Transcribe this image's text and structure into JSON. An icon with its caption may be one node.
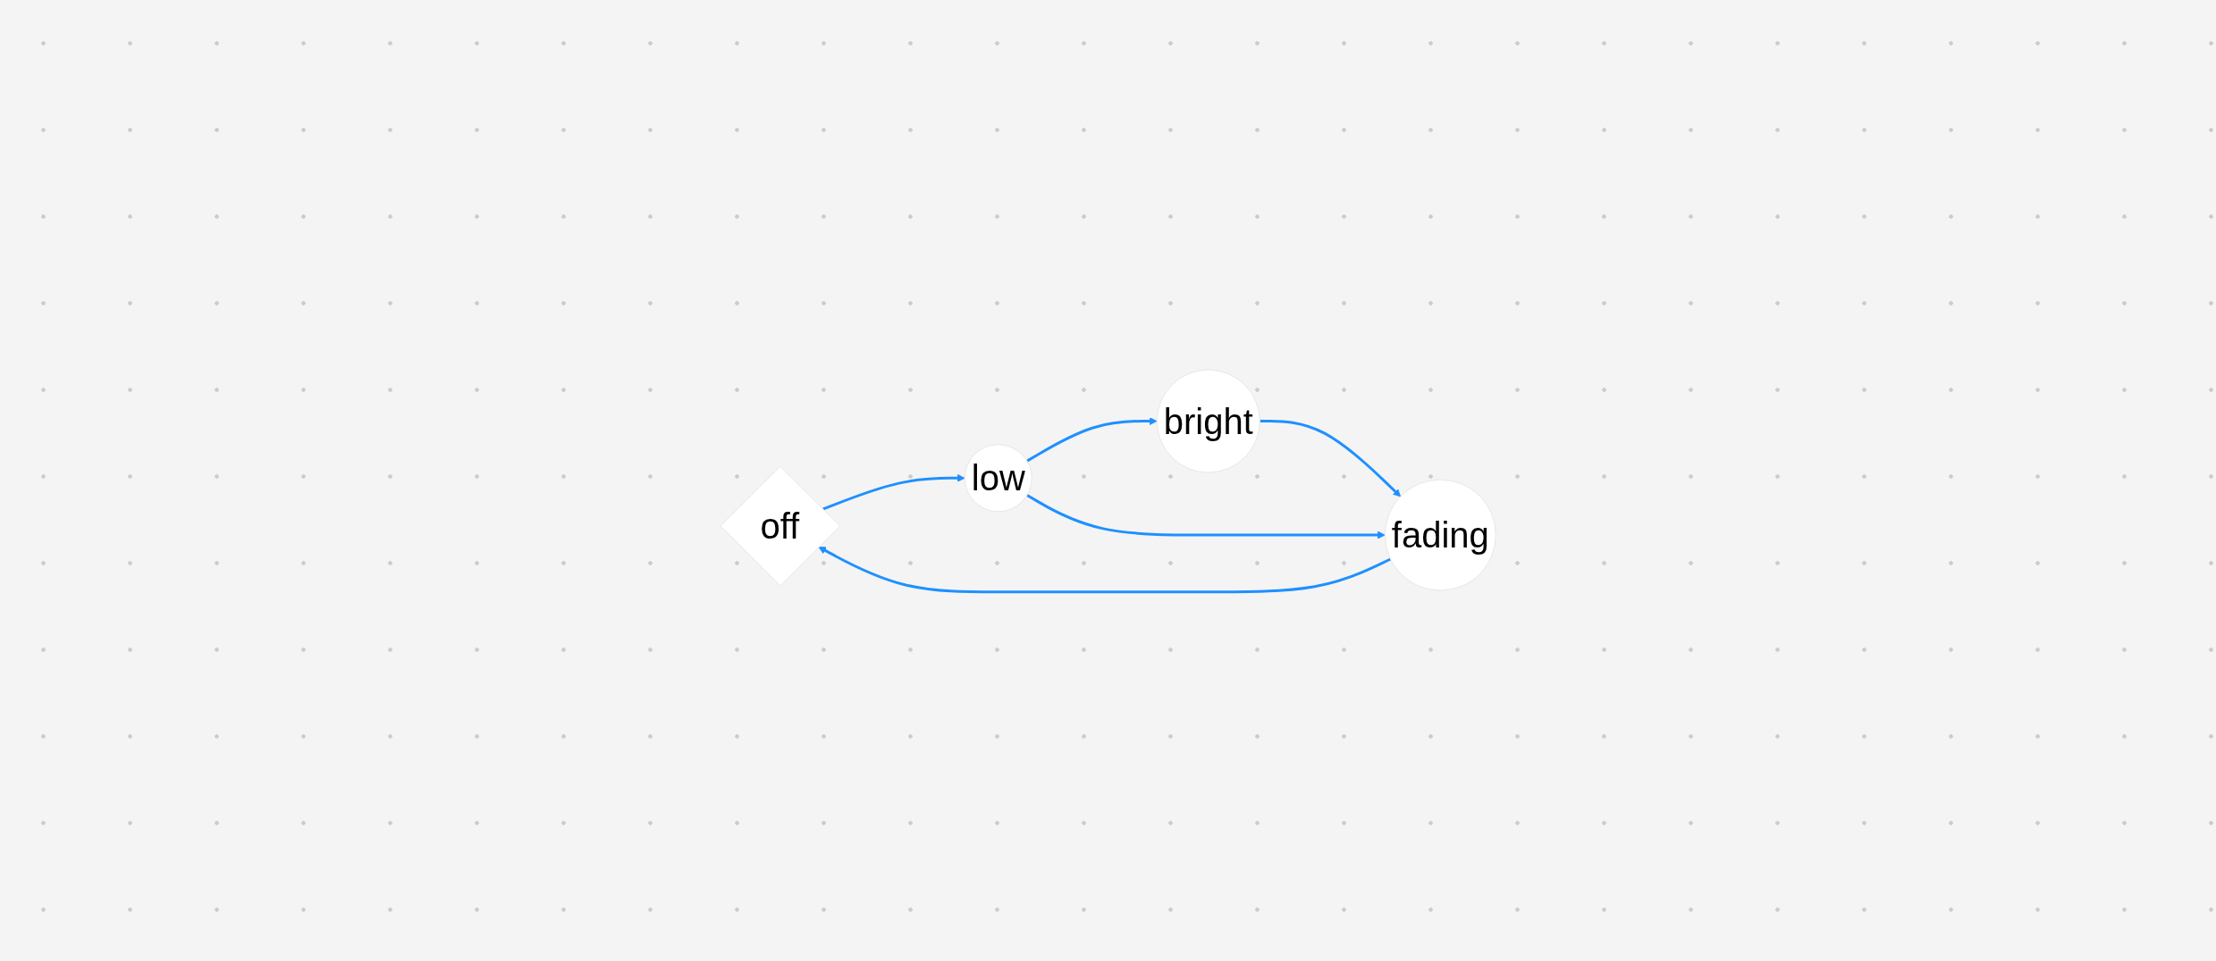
{
  "diagram": {
    "nodes": [
      {
        "text": [
          "off"
        ]
      },
      {
        "text": [
          "low"
        ]
      },
      {
        "text": [
          "bright"
        ]
      },
      {
        "text": [
          "fading"
        ]
      }
    ],
    "edges": [
      {
        "from": 0,
        "to": 1,
        "arrow": "to"
      },
      {
        "from": 1,
        "to": 2,
        "arrow": "to"
      },
      {
        "from": 2,
        "to": 3,
        "arrow": "to"
      },
      {
        "from": 1,
        "to": 3,
        "arrow": "to"
      },
      {
        "from": 3,
        "to": 0,
        "arrow": "to"
      }
    ]
  }
}
